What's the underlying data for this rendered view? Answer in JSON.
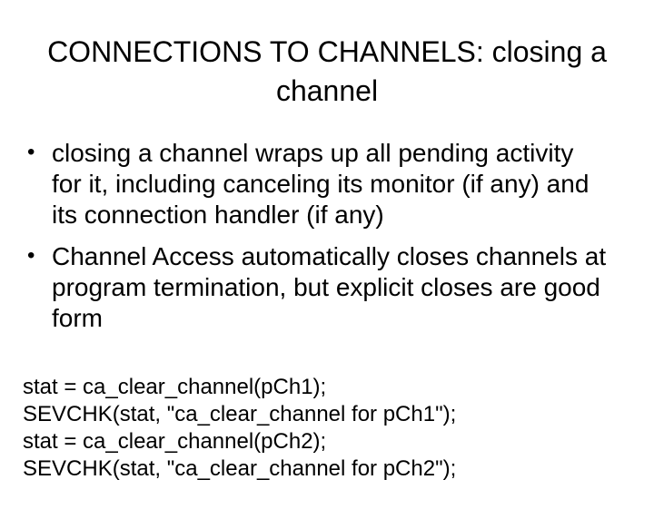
{
  "slide": {
    "title": "CONNECTIONS TO CHANNELS: closing a channel",
    "bullet_char": "•",
    "bullets": [
      "closing a channel wraps up all pending activity for it, including canceling its monitor (if any) and its connection handler (if any)",
      "Channel Access automatically closes channels at program termination, but explicit closes are good form"
    ],
    "code_lines": [
      "stat = ca_clear_channel(pCh1);",
      "SEVCHK(stat, \"ca_clear_channel for pCh1\");",
      "stat = ca_clear_channel(pCh2);",
      "SEVCHK(stat, \"ca_clear_channel for pCh2\");"
    ],
    "colors": {
      "background": "#ffffff",
      "text": "#000000"
    }
  }
}
